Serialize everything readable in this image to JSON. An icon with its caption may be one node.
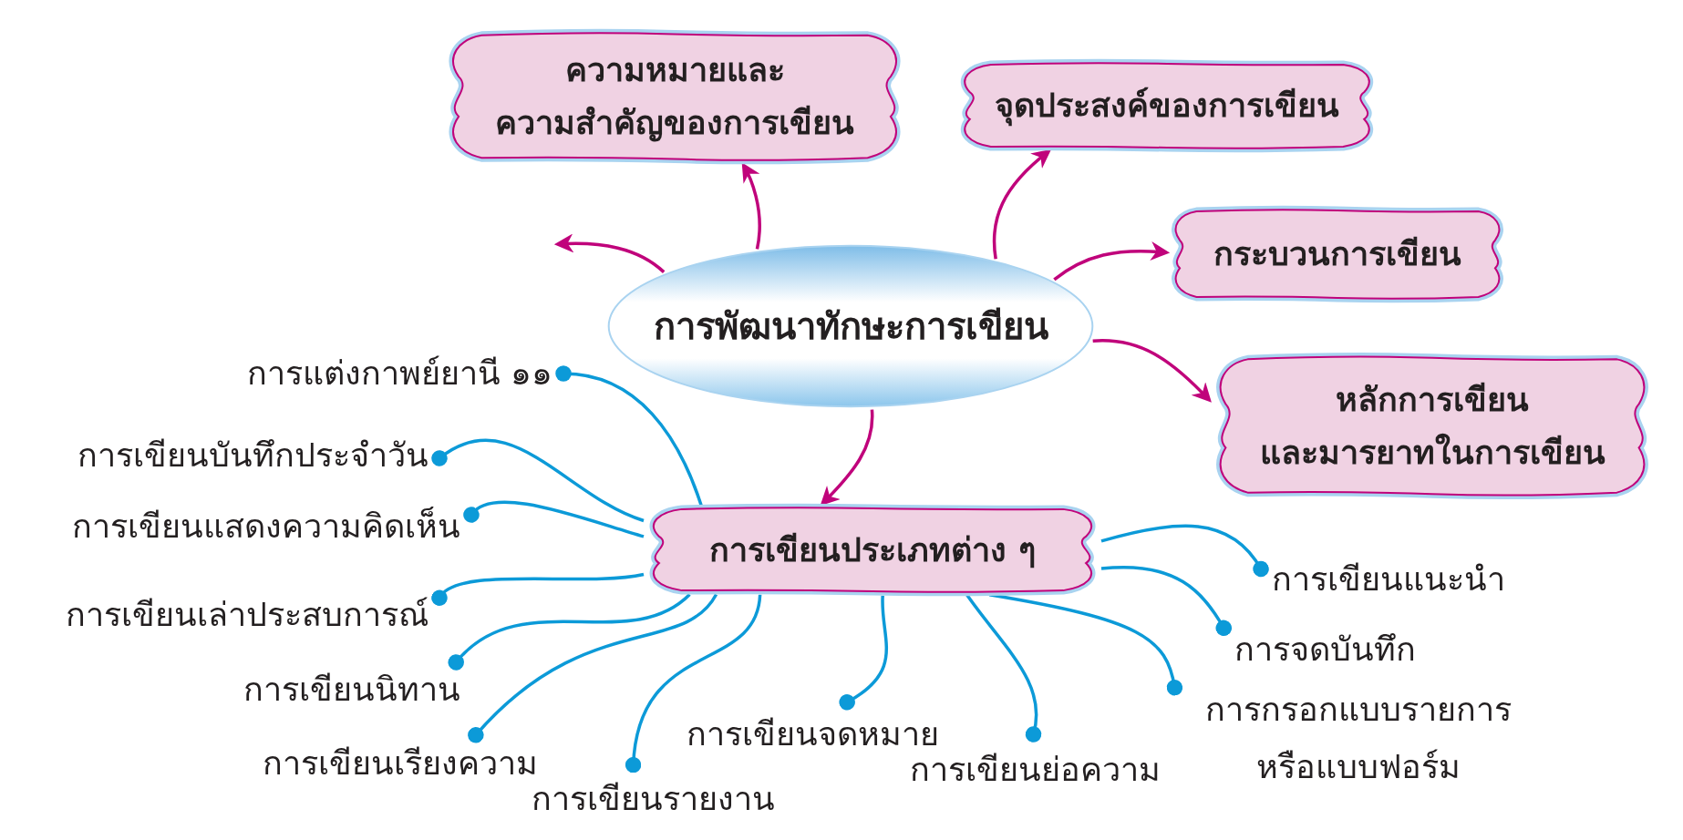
{
  "diagram": {
    "nodes": [
      {
        "text": [
          "การพัฒนาทักษะการเขียน"
        ]
      },
      {
        "text": [
          "ความหมายและ ความสำคัญของการเขียน"
        ]
      },
      {
        "text": [
          "จุดประสงค์ของการเขียน"
        ]
      },
      {
        "text": [
          "กระบวนการเขียน"
        ]
      },
      {
        "text": [
          "หลักการเขียน และมารยาทในการเขียน"
        ]
      },
      {
        "text": [
          "การเขียนประเภทต่าง ๆ"
        ]
      },
      {
        "text": [
          "การแต่งกาพย์ยานี ๑๑"
        ]
      },
      {
        "text": [
          "การเขียนบันทึกประจำวัน"
        ]
      },
      {
        "text": [
          "การเขียนแสดงความคิดเห็น"
        ]
      },
      {
        "text": [
          "การเขียนเล่าประสบการณ์"
        ]
      },
      {
        "text": [
          "การเขียนนิทาน"
        ]
      },
      {
        "text": [
          "การเขียนเรียงความ"
        ]
      },
      {
        "text": [
          "การเขียนรายงาน"
        ]
      },
      {
        "text": [
          "การเขียนจดหมาย"
        ]
      },
      {
        "text": [
          "การเขียนย่อความ"
        ]
      },
      {
        "text": [
          "การเขียนแนะนำ"
        ]
      },
      {
        "text": [
          "การจดบันทึก"
        ]
      },
      {
        "text": [
          "การกรอกแบบรายการ หรือแบบฟอร์ม"
        ]
      }
    ],
    "edges": [
      {
        "from": 0,
        "to": 1,
        "arrow": "to",
        "color": "#c0037b"
      },
      {
        "from": 0,
        "to": 2,
        "arrow": "to",
        "color": "#c0037b"
      },
      {
        "from": 0,
        "to": 3,
        "arrow": "to",
        "color": "#c0037b"
      },
      {
        "from": 0,
        "to": 4,
        "arrow": "to",
        "color": "#c0037b"
      },
      {
        "from": 0,
        "to": 5,
        "arrow": "to",
        "color": "#c0037b"
      },
      {
        "from": 0,
        "to": null,
        "arrow": "to",
        "color": "#c0037b"
      },
      {
        "from": 5,
        "to": 6,
        "arrow": "other"
      },
      {
        "from": 5,
        "to": 7,
        "arrow": "other"
      },
      {
        "from": 5,
        "to": 8,
        "arrow": "other"
      },
      {
        "from": 5,
        "to": 9,
        "arrow": "other"
      },
      {
        "from": 5,
        "to": 10,
        "arrow": "other"
      },
      {
        "from": 5,
        "to": 11,
        "arrow": "other"
      },
      {
        "from": 5,
        "to": 12,
        "arrow": "other"
      },
      {
        "from": 5,
        "to": 13,
        "arrow": "other"
      },
      {
        "from": 5,
        "to": 14,
        "arrow": "other"
      },
      {
        "from": 5,
        "to": 15,
        "arrow": "other"
      },
      {
        "from": 5,
        "to": 16,
        "arrow": "other"
      },
      {
        "from": 5,
        "to": 17,
        "arrow": "other"
      }
    ]
  }
}
